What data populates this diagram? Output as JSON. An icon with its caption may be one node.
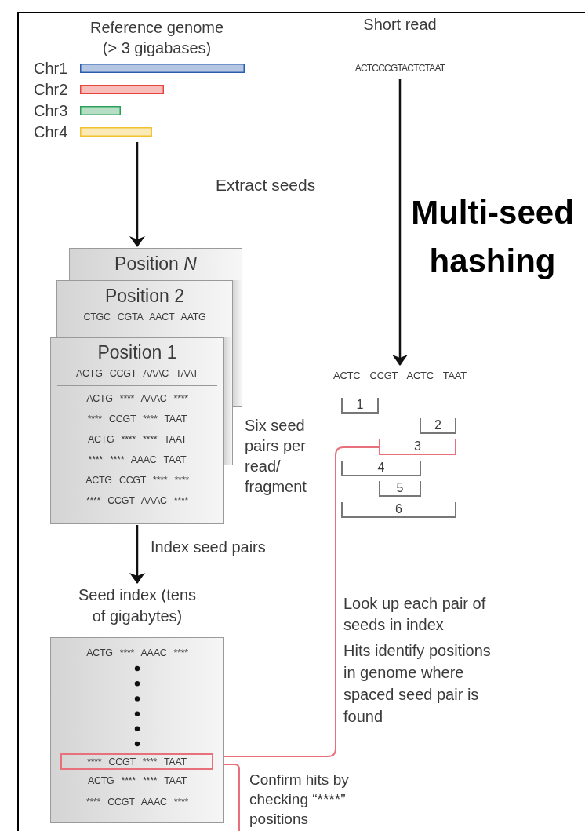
{
  "diagram": {
    "nodes": [
      {
        "text": [
          "Reference genome (> 3 gigabases)",
          "Chr1",
          "Chr2",
          "Chr3",
          "Chr4"
        ]
      },
      {
        "text": [
          "Short read",
          "ACTCCCGTACTCTAAT"
        ]
      },
      {
        "text": [
          "Position *N*"
        ]
      },
      {
        "text": [
          "Position 2",
          "CTGC CGTA AACT AATG"
        ]
      },
      {
        "text": [
          "Position 1",
          "ACTG CCGT AAAC TAAT",
          "ACTG **** AAAC ****",
          "**** CCGT **** TAAT",
          "ACTG **** **** TAAT",
          "**** **** AAAC TAAT",
          "ACTG CCGT **** ****",
          "**** CCGT AAAC ****"
        ]
      },
      {
        "text": [
          "ACTC CCGT ACTC TAAT"
        ]
      },
      {
        "text": [
          "1"
        ]
      },
      {
        "text": [
          "2"
        ]
      },
      {
        "text": [
          "3"
        ]
      },
      {
        "text": [
          "4"
        ]
      },
      {
        "text": [
          "5"
        ]
      },
      {
        "text": [
          "6"
        ]
      },
      {
        "text": [
          "Seed index (tens of gigabytes)",
          "ACTG **** AAAC ****",
          "ACTG **** **** TAAT",
          "**** CCGT AAAC ****"
        ]
      },
      {
        "text": [
          "**** CCGT **** TAAT"
        ],
        "in": 12
      }
    ],
    "edges": [
      {
        "from": 0,
        "to": 2,
        "arrow": "to"
      },
      {
        "from": 1,
        "to": 5,
        "arrow": "to"
      },
      {
        "from": 4,
        "to": 12,
        "arrow": "to",
        "label": "Index seed pairs"
      },
      {
        "from": 8,
        "to": 13,
        "arrow": "none",
        "color": "#e8707a"
      },
      {
        "from": 13,
        "to": null,
        "arrow": "none",
        "color": "#e8707a"
      }
    ],
    "labels": [
      "Extract seeds",
      "Multi-seed hashing",
      "Six seed pairs per read/ fragment",
      "Look up each pair of seeds in index",
      "Hits identify positions in genome where spaced seed pair is found",
      "Confirm hits by checking “****” positions"
    ]
  }
}
